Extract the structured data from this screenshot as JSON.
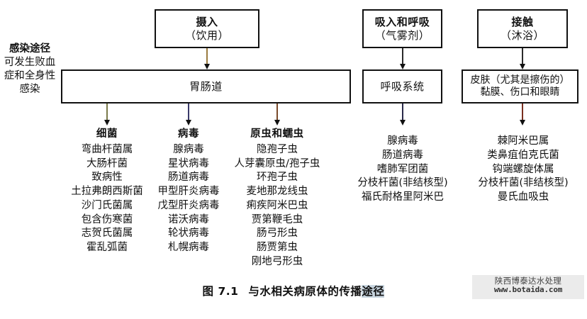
{
  "route_label": {
    "heading": "感染途径",
    "body": "可发生败血症和全身性感染"
  },
  "colors": {
    "box_border": "#111111",
    "arrow_ingestion": "#9a7b3f",
    "arrow_gi_bacteria": "#7a7a4a",
    "arrow_gi_virus": "#3a3a6a",
    "arrow_gi_protozoa": "#7a4a2a",
    "arrow_inhalation": "#2a2a2a",
    "arrow_respiratory": "#2a2a4a",
    "arrow_contact": "#2a2a2a",
    "arrow_skin": "#7a3020",
    "caption_highlight": "#c9d6e0",
    "watermark_bg": "#ebebeb"
  },
  "entry_boxes": [
    {
      "id": "ingestion",
      "title": "摄入",
      "subtitle": "（饮用）"
    },
    {
      "id": "inhalation",
      "title": "吸入和呼吸",
      "subtitle": "（气雾剂）"
    },
    {
      "id": "contact",
      "title": "接触",
      "subtitle": "（沐浴）"
    }
  ],
  "site_boxes": [
    {
      "id": "gastrointestinal",
      "line1": "胃肠道",
      "line2": ""
    },
    {
      "id": "respiratory",
      "line1": "呼吸系统",
      "line2": ""
    },
    {
      "id": "skin",
      "line1": "皮肤（尤其是擦伤的）",
      "line2": "黏膜、伤口和眼睛"
    }
  ],
  "columns": [
    {
      "id": "bacteria",
      "header": "细菌",
      "items": [
        "弯曲杆菌属",
        "大肠杆菌",
        "致病性",
        "土拉弗朗西斯菌",
        "沙门氏菌属",
        "包含伤寒菌",
        "志贺氏菌属",
        "霍乱弧菌"
      ]
    },
    {
      "id": "viruses",
      "header": "病毒",
      "items": [
        "腺病毒",
        "星状病毒",
        "肠道病毒",
        "甲型肝炎病毒",
        "戊型肝炎病毒",
        "诺沃病毒",
        "轮状病毒",
        "札幌病毒"
      ]
    },
    {
      "id": "protozoa-helminths",
      "header": "原虫和蠕虫",
      "items": [
        "隐孢子虫",
        "人芽囊原虫/孢子虫",
        "环孢子虫",
        "麦地那龙线虫",
        "痢疾阿米巴虫",
        "贾第鞭毛虫",
        "肠弓形虫",
        "肠贾第虫",
        "刚地弓形虫"
      ]
    },
    {
      "id": "respiratory-agents",
      "header": "",
      "items": [
        "腺病毒",
        "肠道病毒",
        "嗜肺军团菌",
        "分枝杆菌(非结核型)",
        "福氏耐格里阿米巴"
      ]
    },
    {
      "id": "contact-agents",
      "header": "",
      "items": [
        "棘阿米巴属",
        "类鼻疽伯克氏菌",
        "钩端螺旋体属",
        "分枝杆菌(非结核型)",
        "曼氏血吸虫"
      ]
    }
  ],
  "caption": {
    "number": "图 7.1",
    "text_plain": "与水相关病原体的传播",
    "text_highlight": "途径"
  },
  "watermark": {
    "line1": "陕西博泰达水处理",
    "line2": "www.botaida.com"
  }
}
